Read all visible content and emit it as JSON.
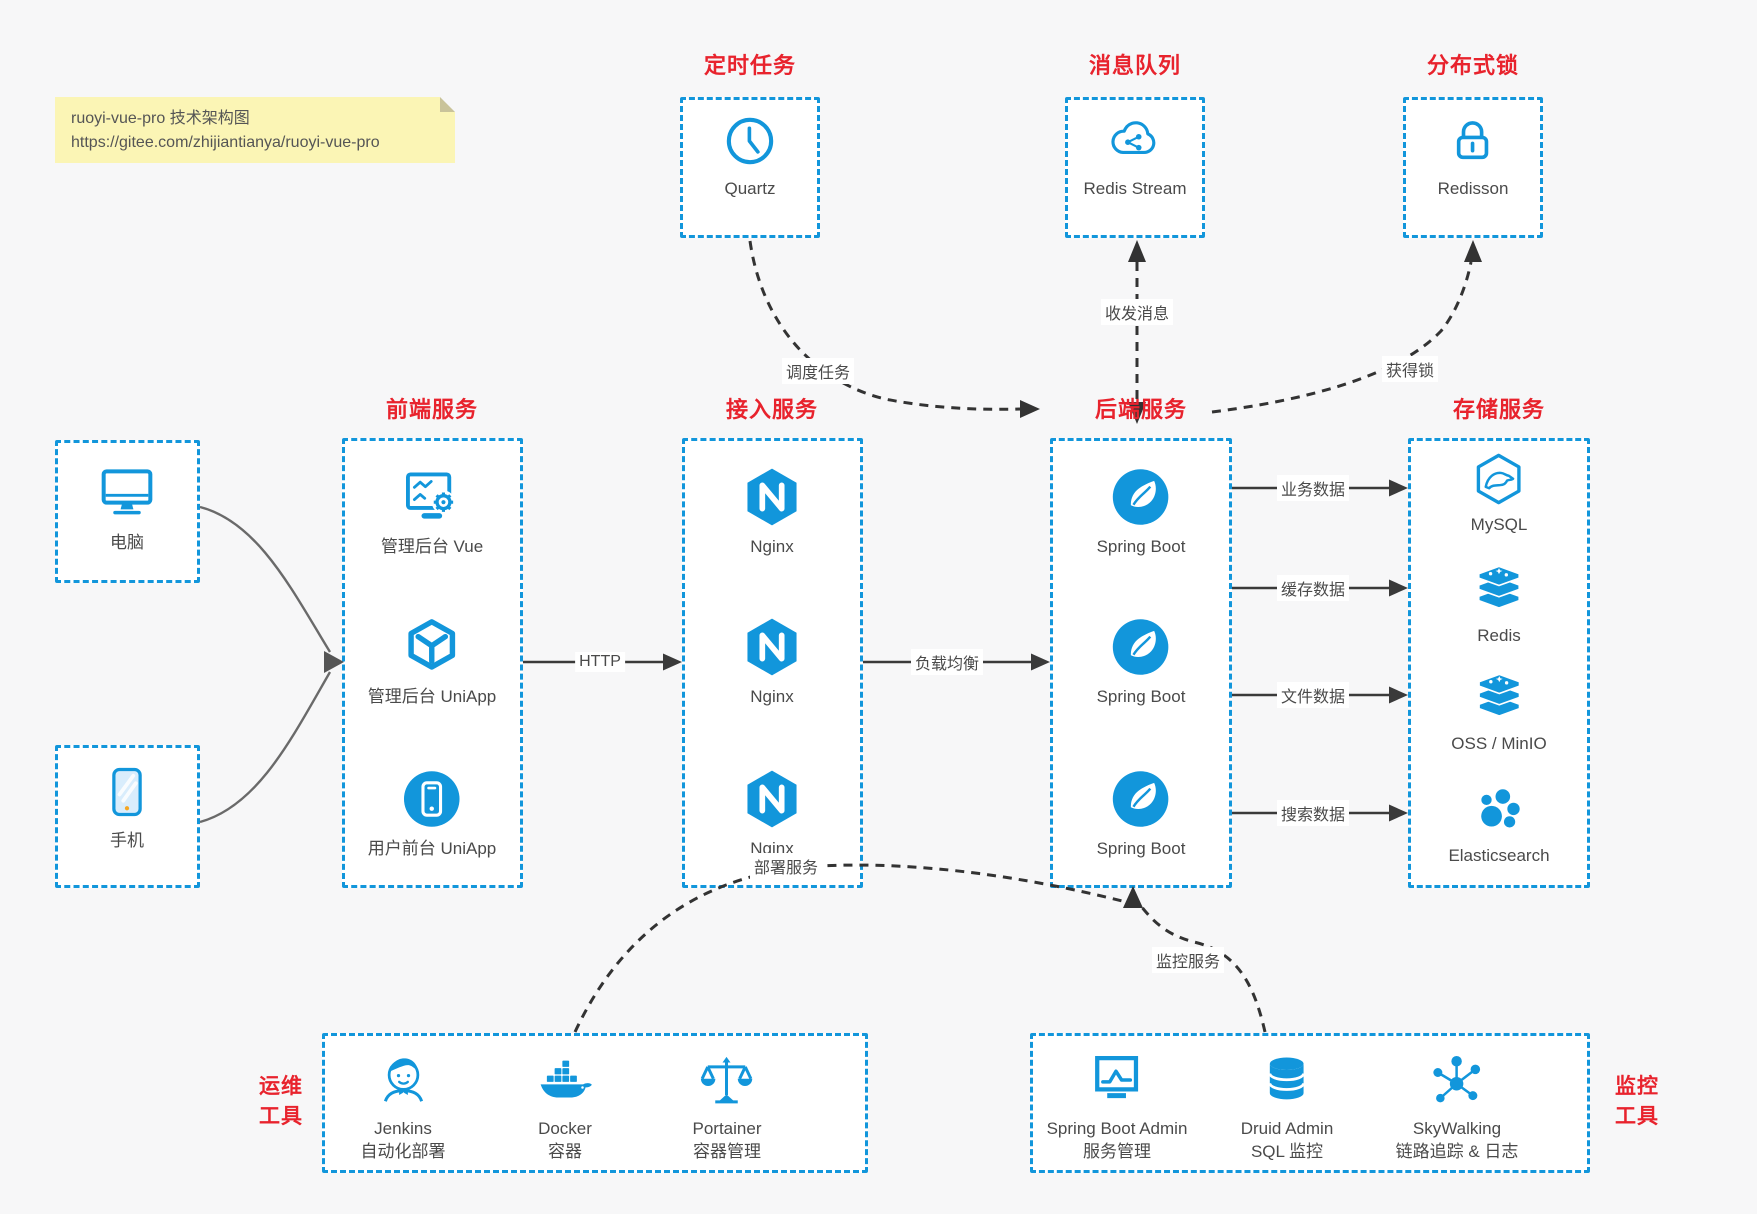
{
  "note": {
    "line1": "ruoyi-vue-pro 技术架构图",
    "line2": "https://gitee.com/zhijiantianya/ruoyi-vue-pro"
  },
  "colors": {
    "accent_blue": "#1296db",
    "title_red": "#e8232d",
    "arrow_dark": "#333333",
    "client_curve_gray": "#6a6a6a",
    "note_bg": "#fbf5b5",
    "canvas_bg": "#f7f7f8"
  },
  "top_groups": [
    {
      "title": "定时任务",
      "icon": "clock-icon",
      "label": "Quartz"
    },
    {
      "title": "消息队列",
      "icon": "redis-stream-cloud-icon",
      "label": "Redis Stream"
    },
    {
      "title": "分布式锁",
      "icon": "lock-icon",
      "label": "Redisson"
    }
  ],
  "clients": [
    {
      "icon": "desktop-icon",
      "label": "电脑"
    },
    {
      "icon": "mobile-icon",
      "label": "手机"
    }
  ],
  "columns": [
    {
      "title": "前端服务",
      "items": [
        {
          "icon": "admin-vue-icon",
          "label": "管理后台 Vue"
        },
        {
          "icon": "uniapp-cube-icon",
          "label": "管理后台 UniApp"
        },
        {
          "icon": "user-app-icon",
          "label": "用户前台 UniApp"
        }
      ]
    },
    {
      "title": "接入服务",
      "items": [
        {
          "icon": "nginx-icon",
          "label": "Nginx"
        },
        {
          "icon": "nginx-icon",
          "label": "Nginx"
        },
        {
          "icon": "nginx-icon",
          "label": "Nginx"
        }
      ]
    },
    {
      "title": "后端服务",
      "items": [
        {
          "icon": "spring-boot-icon",
          "label": "Spring Boot"
        },
        {
          "icon": "spring-boot-icon",
          "label": "Spring Boot"
        },
        {
          "icon": "spring-boot-icon",
          "label": "Spring Boot"
        }
      ]
    },
    {
      "title": "存储服务",
      "items": [
        {
          "icon": "mysql-icon",
          "label": "MySQL"
        },
        {
          "icon": "redis-stack-icon",
          "label": "Redis"
        },
        {
          "icon": "redis-stack-icon",
          "label": "OSS / MinIO"
        },
        {
          "icon": "elasticsearch-icon",
          "label": "Elasticsearch"
        }
      ]
    }
  ],
  "bottom_groups": [
    {
      "title_line1": "运维",
      "title_line2": "工具",
      "items": [
        {
          "icon": "jenkins-icon",
          "label": "Jenkins",
          "sublabel": "自动化部署"
        },
        {
          "icon": "docker-icon",
          "label": "Docker",
          "sublabel": "容器"
        },
        {
          "icon": "portainer-icon",
          "label": "Portainer",
          "sublabel": "容器管理"
        }
      ]
    },
    {
      "title_line1": "监控",
      "title_line2": "工具",
      "items": [
        {
          "icon": "spring-boot-admin-icon",
          "label": "Spring Boot Admin",
          "sublabel": "服务管理"
        },
        {
          "icon": "druid-icon",
          "label": "Druid Admin",
          "sublabel": "SQL 监控"
        },
        {
          "icon": "skywalking-icon",
          "label": "SkyWalking",
          "sublabel": "链路追踪 & 日志"
        }
      ]
    }
  ],
  "edge_labels": {
    "http": "HTTP",
    "load_balance": "负载均衡",
    "schedule": "调度任务",
    "messages": "收发消息",
    "acquire_lock": "获得锁",
    "business_data": "业务数据",
    "cache_data": "缓存数据",
    "file_data": "文件数据",
    "search_data": "搜索数据",
    "deploy": "部署服务",
    "monitor": "监控服务"
  }
}
